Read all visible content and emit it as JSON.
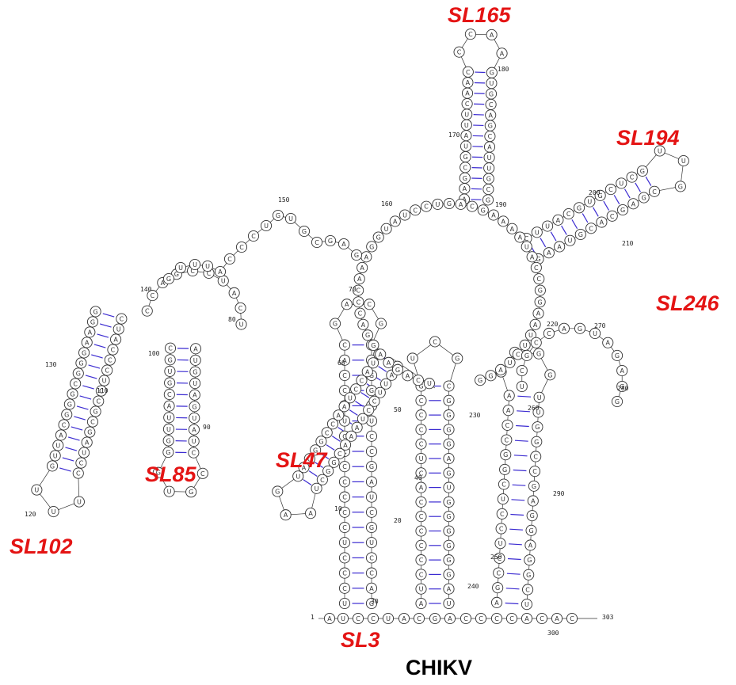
{
  "title": "CHIKV",
  "labels": {
    "sl3": "SL3",
    "sl47": "SL47",
    "sl85": "SL85",
    "sl102": "SL102",
    "sl165": "SL165",
    "sl194": "SL194",
    "sl246": "SL246"
  },
  "colors": {
    "label": "#e41414",
    "base_pair": "#3b2bd1",
    "backbone": "#333333"
  },
  "position_markers": [
    "1",
    "10",
    "20",
    "30",
    "40",
    "50",
    "60",
    "70",
    "80",
    "90",
    "100",
    "110",
    "120",
    "130",
    "140",
    "150",
    "160",
    "170",
    "180",
    "190",
    "200",
    "210",
    "220",
    "230",
    "240",
    "250",
    "260",
    "270",
    "280",
    "290",
    "300",
    "303"
  ],
  "stems": {
    "sl3": {
      "left": "UCCCUCCCCCCCUCCCAC",
      "loop": "GACG",
      "right": "ACGGCUCCGAUCGUCCAG"
    },
    "sl47": {
      "left": "CAUUCCUAAACGGCU",
      "loop": "AAG",
      "right": "UAUGGCCAAUCCAUA"
    },
    "sl85": {
      "left": "AUGUAGUAUC",
      "loop": "CGUG",
      "right": "GGUUACGUGC"
    },
    "sl102": {
      "left": "CUACCCUCCGCGAUCC",
      "loop": "UUU",
      "right": "GUUACGGGCGGGAAGG"
    },
    "sl165": {
      "left": "AAGCGUAUUCAAC",
      "loop": "CCAA",
      "right": "GUGCAGCAUUGCG"
    },
    "sl194": {
      "left": "CUUACGUGCUCG",
      "loop": "UUG",
      "right": "CGAGCACGUAAG"
    },
    "sl246": {
      "left": "AGCCUCCUCGGCCAA",
      "loop": "GAGG",
      "right": "UUGGCCGAGGAGGCU"
    },
    "sl230": {
      "left": "AUCCCCCCACUCCCCG",
      "loop": "UCG",
      "right": "CGGGGAGUGGGGGGAU"
    }
  }
}
